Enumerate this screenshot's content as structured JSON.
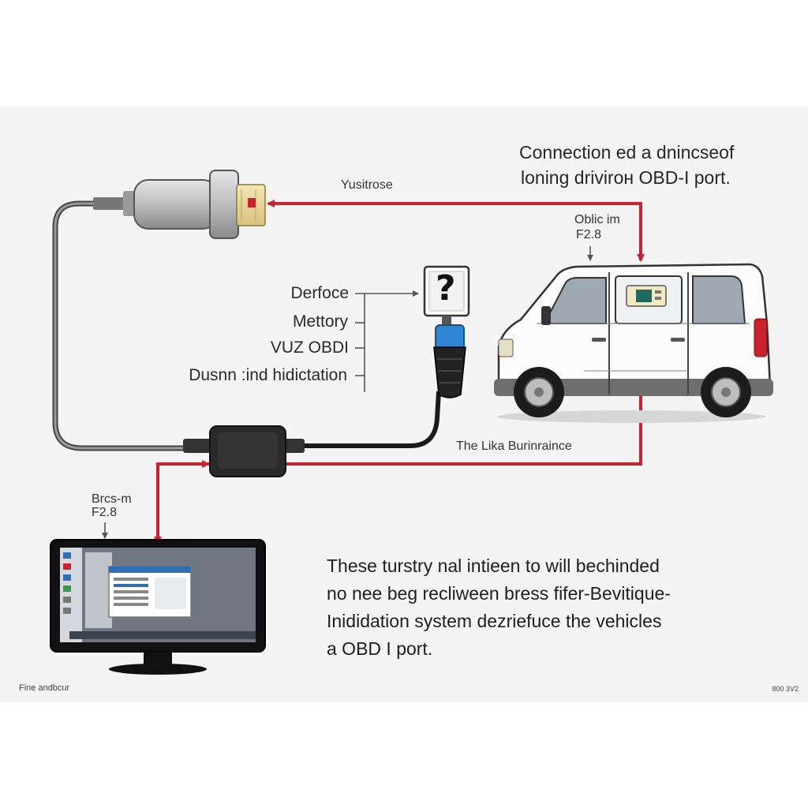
{
  "title": {
    "line1": "Connection ed a dnincseof",
    "line2": "loning drivirон OBD-I port."
  },
  "labels": {
    "top_wire": "Yusitrose",
    "bottom_wire": "The Lika Burinrаince",
    "car_port_line1": "Oblic im",
    "car_port_line2": "F2.8",
    "pc_line1": "Brcs-m",
    "pc_line2": "F2.8",
    "question": "?"
  },
  "list": [
    "Derfoce",
    "Mettory",
    "VUZ OBDI",
    "Dusnn :ind hidictation"
  ],
  "description": [
    "These turstry nal intieen to will bechinded",
    "no nee beg recliween bress fifer-Bevitique-",
    "Inididation system dezriefuce the vehicles",
    "a OBD I port."
  ],
  "footer": {
    "left": "Fine andbcur",
    "right": "800 3V2"
  },
  "colors": {
    "wire_red": "#c8232c",
    "cable_gray": "#555555",
    "label_blue": "#1f5f9e"
  }
}
